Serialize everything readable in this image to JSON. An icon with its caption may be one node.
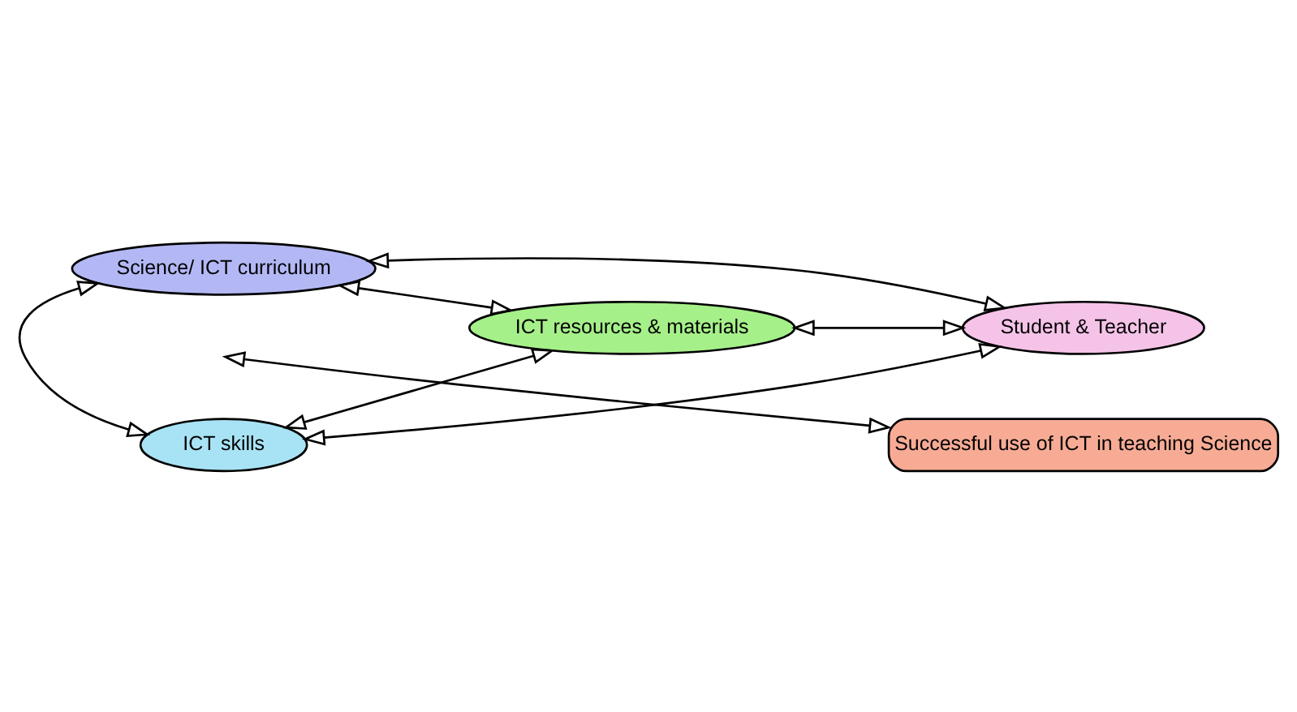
{
  "diagram": {
    "nodes": [
      {
        "text": [
          "Science/ ICT curriculum"
        ]
      },
      {
        "text": [
          "ICT resources & materials"
        ]
      },
      {
        "text": [
          "Student & Teacher"
        ]
      },
      {
        "text": [
          "Successful use of ICT in teaching Science"
        ]
      },
      {
        "text": [
          "ICT skills"
        ]
      }
    ],
    "edges": [
      {
        "from": 0,
        "to": 1,
        "arrow": "both"
      },
      {
        "from": 1,
        "to": 2,
        "arrow": "both"
      },
      {
        "from": 2,
        "to": 0,
        "arrow": "both"
      },
      {
        "from": 0,
        "to": 4,
        "arrow": "both"
      },
      {
        "from": null,
        "to": 3,
        "arrow": "both"
      },
      {
        "from": 1,
        "to": 4,
        "arrow": "both"
      },
      {
        "from": 2,
        "to": 4,
        "arrow": "both"
      }
    ]
  }
}
